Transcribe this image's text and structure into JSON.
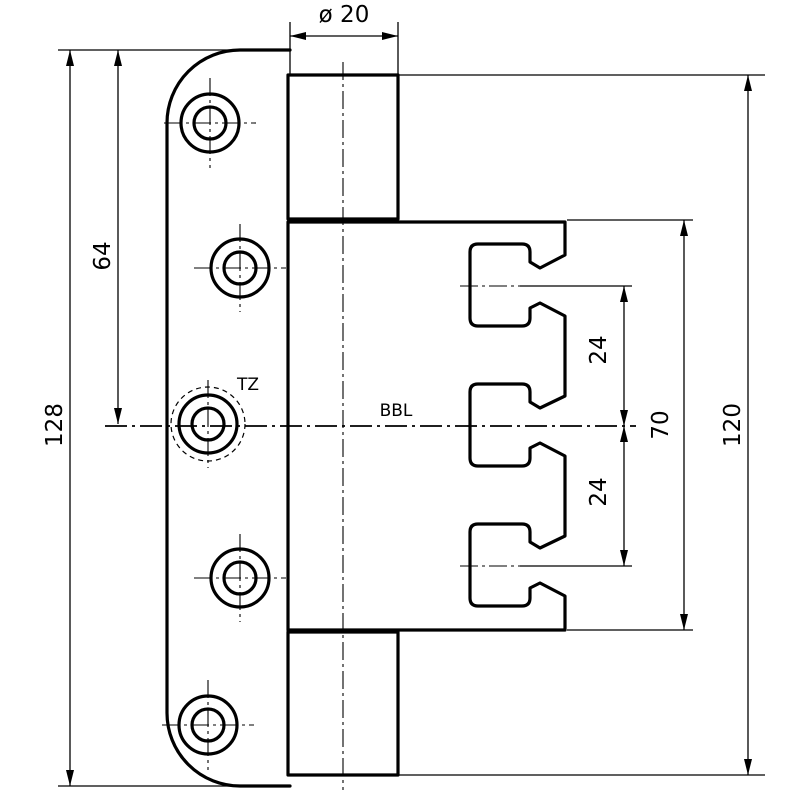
{
  "dimensions": {
    "diameter": "ø 20",
    "height_total": "128",
    "height_pin": "120",
    "offset_top_to_centre": "64",
    "bracket_height": "70",
    "slot_pitch_upper": "24",
    "slot_pitch_lower": "24"
  },
  "labels": {
    "centre_line": "BBL",
    "screw_marker": "TZ"
  },
  "colors": {
    "line": "#000000",
    "background": "#ffffff"
  }
}
